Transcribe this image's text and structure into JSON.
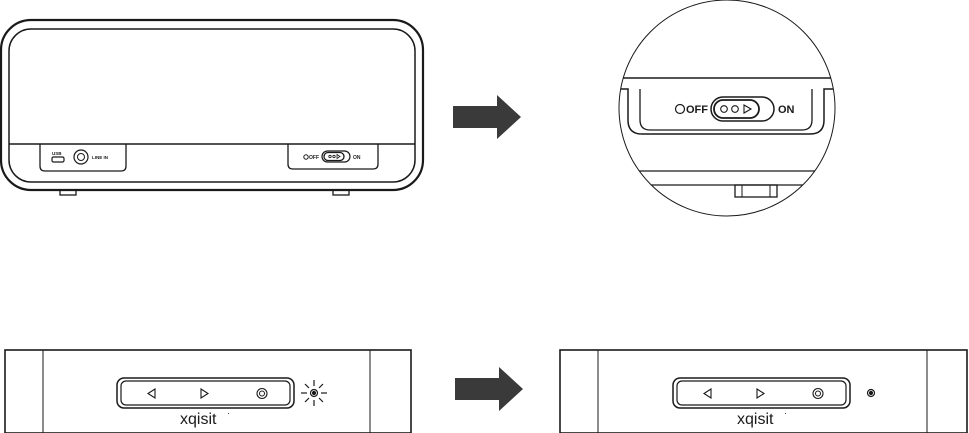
{
  "speaker_back": {
    "usb_label": "USB",
    "line_in_label": "LINE IN",
    "switch_off_label": "OFF",
    "switch_on_label": "ON"
  },
  "switch_zoom": {
    "off_label": "OFF",
    "on_label": "ON"
  },
  "top_panel_before": {
    "brand": "xqisit",
    "trademark": "·",
    "led_state": "blinking"
  },
  "top_panel_after": {
    "brand": "xqisit",
    "trademark": "·",
    "led_state": "solid"
  },
  "icons": [
    "prev-icon",
    "play-icon",
    "power-icon",
    "arrow-right-icon",
    "led-icon"
  ],
  "colors": {
    "line": "#1a1a1a",
    "arrow": "#3a3a3a",
    "background": "#ffffff"
  }
}
